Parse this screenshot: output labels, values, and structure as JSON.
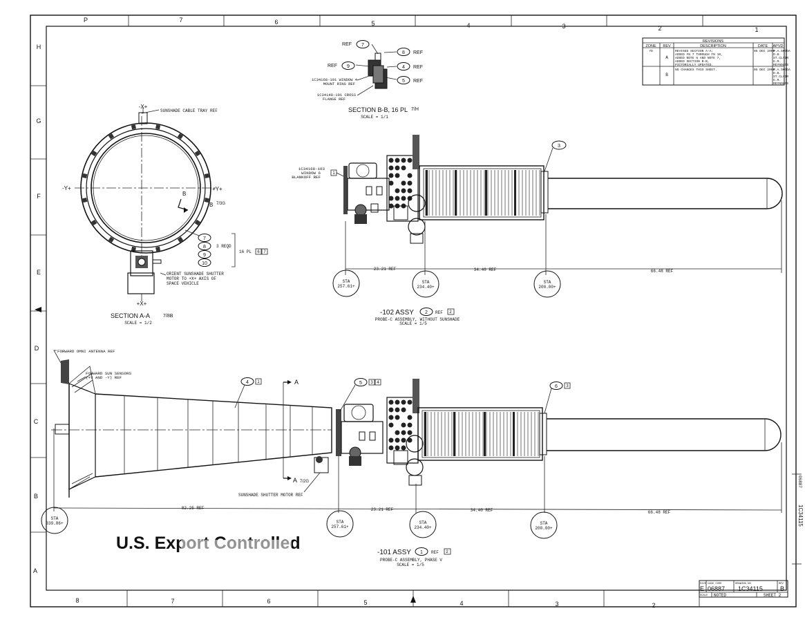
{
  "border": {
    "top_cols": [
      "P",
      "7",
      "6",
      "5",
      "4",
      "3",
      "2",
      "1"
    ],
    "bottom_cols": [
      "8",
      "7",
      "6",
      "5",
      "4",
      "3",
      "2"
    ],
    "left_rows": [
      "H",
      "G",
      "F",
      "E",
      "D",
      "C",
      "B",
      "A"
    ]
  },
  "revisions": {
    "title": "REVISIONS",
    "headers": [
      "ZONE",
      "REV",
      "DESCRIPTION",
      "DATE",
      "APVD"
    ],
    "rows": [
      {
        "zone": "7D",
        "rev": "A",
        "desc": [
          "REVISED SECTION A-A;",
          "ADDED FN 7 THROUGH FN 10,",
          "ADDED NOTE 6 AND NOTE 7,",
          "ADDED SECTION B-B,",
          "PICTORIALLY UPDATED."
        ],
        "date": "05 DEC 2000",
        "apvd": [
          "P.A.SKODA",
          "D.B.",
          "ST.CLAIR",
          "G.R.",
          "REYNOLDS"
        ]
      },
      {
        "zone": "",
        "rev": "B",
        "desc": [
          "NO CHANGES THIS SHEET."
        ],
        "date": "05 DEC 2000",
        "apvd": [
          "P.A.SKODA",
          "D.B.",
          "ST.CLAIR",
          "G.R.",
          "REYNOLDS"
        ]
      }
    ]
  },
  "section_bb": {
    "title": "SECTION B-B, 16 PL",
    "frac": "7/H",
    "scale": "SCALE = 1/1",
    "refs": [
      {
        "n": "7",
        "label": "REF"
      },
      {
        "n": "8",
        "label": "REF"
      },
      {
        "n": "9",
        "label": "REF"
      },
      {
        "n": "4",
        "label": "REF"
      },
      {
        "n": "5",
        "label": "REF"
      }
    ],
    "note1": [
      "1C34168-101 WINDOW 4",
      "MOUNT RING REF"
    ],
    "note2": [
      "1C34148-101 CROSS",
      "FLANGE REF"
    ]
  },
  "section_aa": {
    "title": "SECTION A-A",
    "frac": "7/8B",
    "scale": "SCALE = 1/2",
    "axis_top": "-X+",
    "axis_bottom": "+X+",
    "axis_left": "-Y+",
    "axis_right": "+Y+",
    "cable_tray": "SUNSHADE CABLE TRAY REF",
    "b_label": "B",
    "b_frac": "7/3G",
    "callouts": [
      "7",
      "8",
      "9",
      "10"
    ],
    "callout_note": "3 REQD",
    "pl_note": "16 PL",
    "pl_boxes": [
      "6",
      "7"
    ],
    "orient_note": [
      "ORIENT SUNSHADE SHUTTER",
      "MOTOR TO +X+ AXIS OF",
      "SPACE VEHICLE"
    ]
  },
  "assy102": {
    "blankoff": [
      "1C34168-103",
      "WINDOW 6",
      "BLANKOFF REF"
    ],
    "box1": "1",
    "callout3": "3",
    "dims": [
      "23.21 REF",
      "34.40 REF",
      "66.48 REF"
    ],
    "stations": [
      {
        "label": "STA",
        "value": "257.61+"
      },
      {
        "label": "STA",
        "value": "234.40+"
      },
      {
        "label": "STA",
        "value": "200.00+"
      }
    ],
    "title": "-102 ASSY",
    "title_circle": "2",
    "ref_label": "REF",
    "ref_box": "2",
    "subtitle": "PROBE-C ASSEMBLY, WITHOUT SUNSHADE",
    "scale": "SCALE = 1/5"
  },
  "assy101": {
    "antenna": "FORWARD OMNI ANTENNA REF",
    "sun_sensors": [
      "FORWARD SUN SENSORS",
      "(+Y AND -Y) REF"
    ],
    "callout4": "4",
    "box4": "1",
    "callout5": "5",
    "boxes5": [
      "3",
      "4"
    ],
    "callout6": "6",
    "box6": "3",
    "a_top": "A",
    "a_bottom": "A",
    "a_frac": "7/2G",
    "motor": "SUNSHADE SHUTTER MOTOR REF",
    "dims": [
      "82.25 REF",
      "23.21 REF",
      "34.40 REF",
      "66.48 REF"
    ],
    "stations": [
      {
        "label": "STA",
        "value": "339.86+"
      },
      {
        "label": "STA",
        "value": "257.61+"
      },
      {
        "label": "STA",
        "value": "234.40+"
      },
      {
        "label": "STA",
        "value": "200.00+"
      }
    ],
    "title": "-101 ASSY",
    "title_circle": "1",
    "ref_label": "REF",
    "ref_box": "2",
    "subtitle": "PROBE-C ASSEMBLY, PHASE V",
    "scale": "SCALE = 1/5"
  },
  "stamp": "U.S. Export Controlled",
  "title_block": {
    "size_lbl": "SIZE",
    "size": "E",
    "cage_lbl": "CAGE CODE",
    "cage": "06887",
    "dwg_lbl": "DRAWING NO",
    "dwg": "1C34115",
    "rev_lbl": "REV",
    "rev": "B",
    "scale_lbl": "SCALE",
    "scale": "NOTED",
    "sheet": "SHEET 2"
  },
  "side_number": "1C34115"
}
